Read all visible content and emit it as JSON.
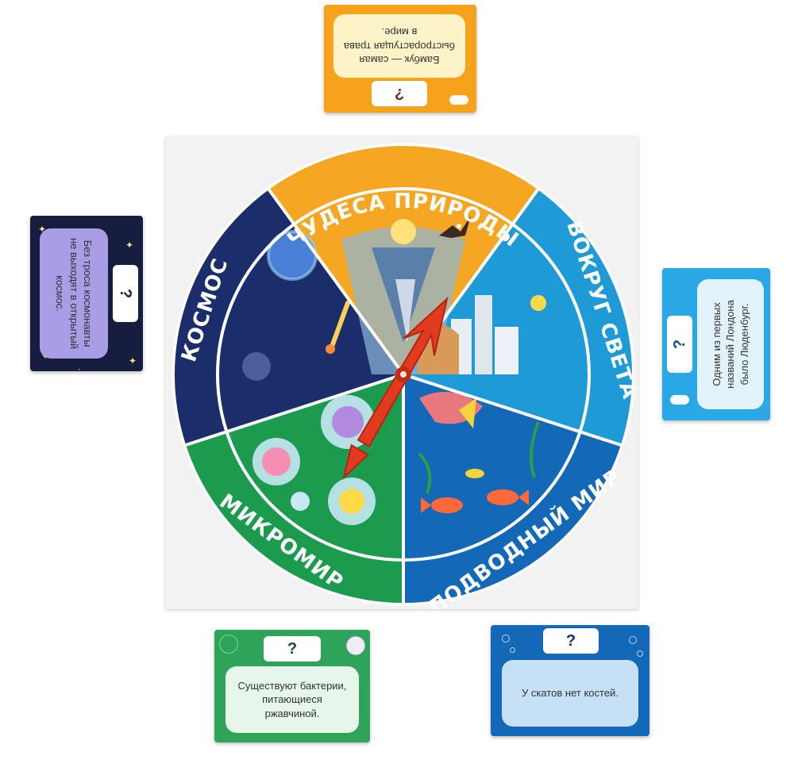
{
  "board": {
    "sectors": [
      {
        "key": "nature",
        "label": "ЧУДЕСА ПРИРОДЫ",
        "color": "#f5a623"
      },
      {
        "key": "world",
        "label": "ВОКРУГ СВЕТА",
        "color": "#1e9ad6"
      },
      {
        "key": "ocean",
        "label": "ПОДВОДНЫЙ МИР",
        "color": "#1468b8"
      },
      {
        "key": "micro",
        "label": "МИКРОМИР",
        "color": "#1c9a4e"
      },
      {
        "key": "space",
        "label": "КОСМОС",
        "color": "#1b2d6b"
      }
    ]
  },
  "cards": {
    "top": {
      "text": "Бамбук — самая быстрорастущая трава в мире.",
      "mark": "?"
    },
    "left": {
      "text": "Без троса космонавты не выходят в открытый космос.",
      "mark": "?"
    },
    "right": {
      "text": "Одним из первых названий Лондона было Люденбург.",
      "mark": "?"
    },
    "bottom_left": {
      "text": "Существуют бактерии, питающиеся ржавчиной.",
      "mark": "?"
    },
    "bottom_right": {
      "text": "У скатов нет костей.",
      "mark": "?"
    }
  },
  "colors": {
    "nature": "#f5a623",
    "world": "#2aa8e6",
    "ocean": "#1468b8",
    "micro": "#22a052",
    "space": "#1a2350",
    "arrow": "#e23a1e"
  }
}
